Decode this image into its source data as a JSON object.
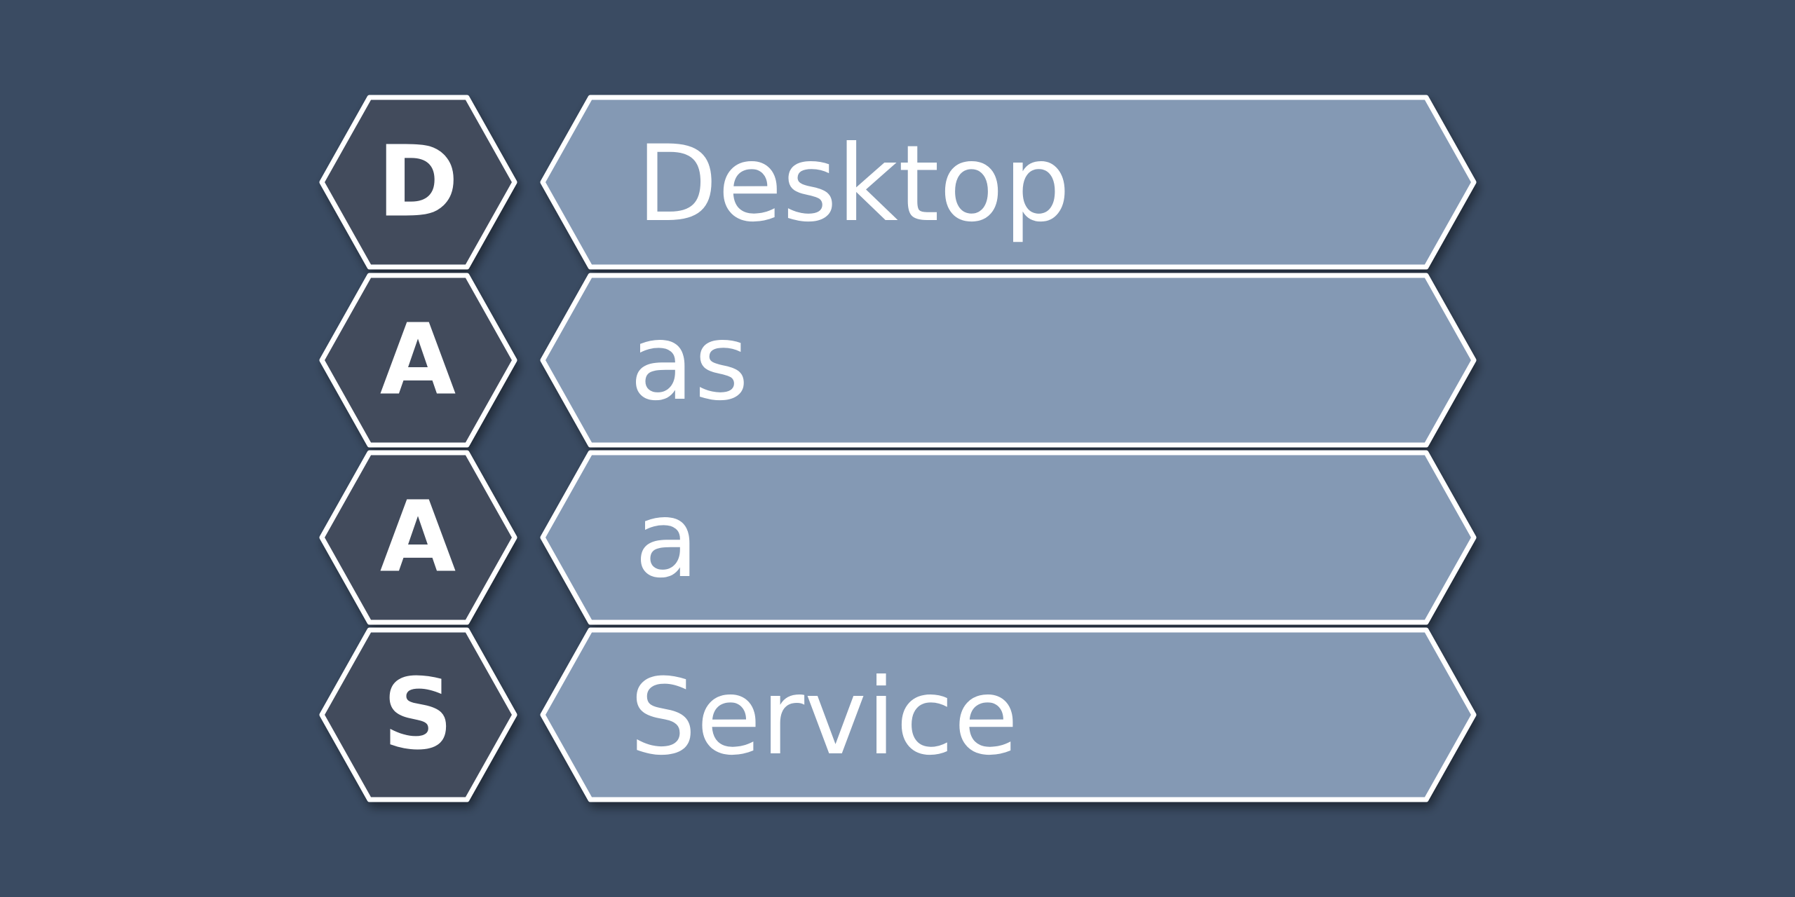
{
  "colors": {
    "background": "#3a4b62",
    "hexagon_fill": "#434c5b",
    "banner_fill": "#8499b4",
    "outline": "#ffffff",
    "text": "#ffffff"
  },
  "acronym": {
    "rows": [
      {
        "letter": "D",
        "word": "Desktop"
      },
      {
        "letter": "A",
        "word": "as"
      },
      {
        "letter": "A",
        "word": "a"
      },
      {
        "letter": "S",
        "word": "Service"
      }
    ]
  }
}
